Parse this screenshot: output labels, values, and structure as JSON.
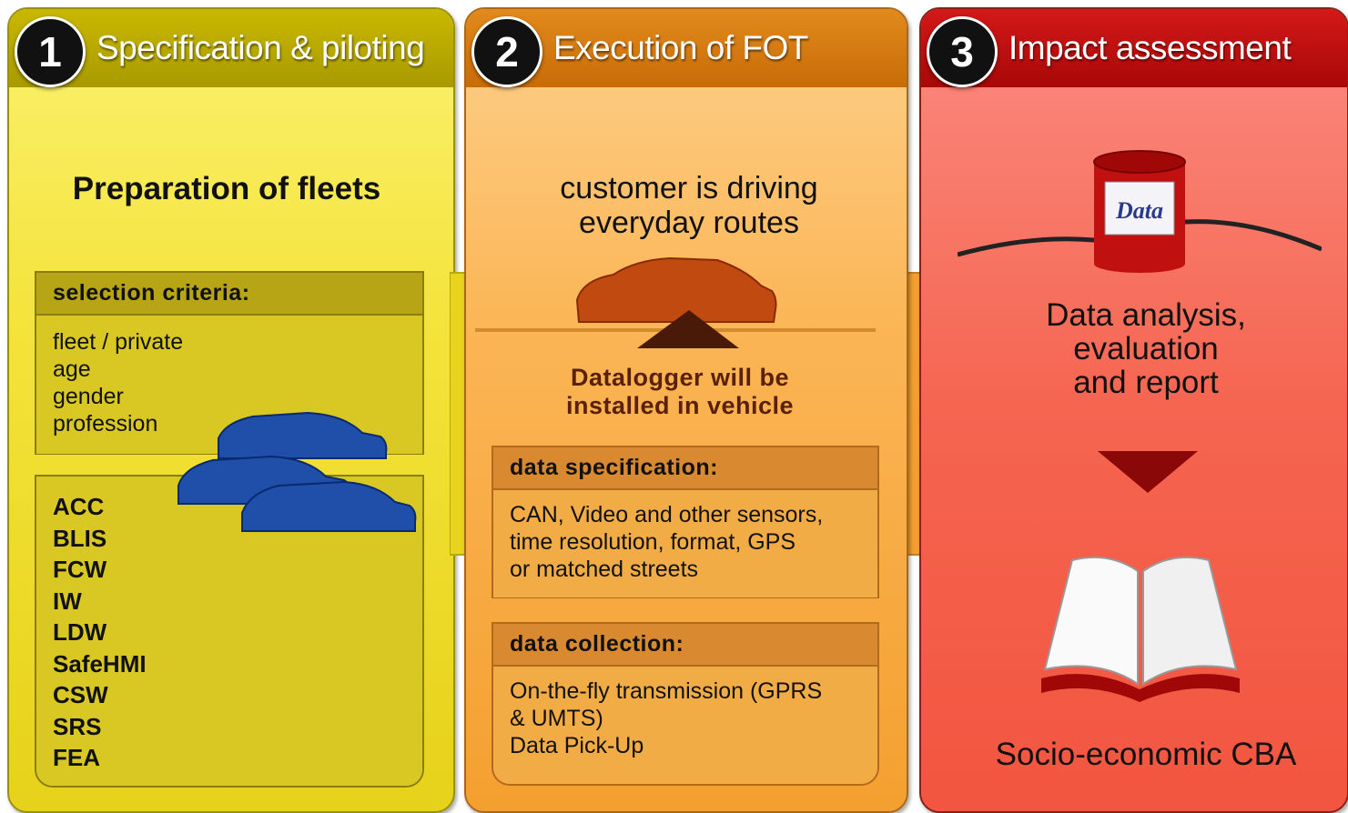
{
  "panels": [
    {
      "number": "1",
      "title": "Specification & piloting",
      "heading": "Preparation of fleets",
      "criteria_title": "selection criteria:",
      "criteria": [
        "fleet / private",
        "age",
        "gender",
        "profession"
      ],
      "functions": [
        "ACC",
        "BLIS",
        "FCW",
        "IW",
        "LDW",
        "SafeHMI",
        "CSW",
        "SRS",
        "FEA"
      ]
    },
    {
      "number": "2",
      "title": "Execution of FOT",
      "heading_lines": [
        "customer is driving",
        "everyday routes"
      ],
      "datalogger_lines": [
        "Datalogger will be",
        "installed in vehicle"
      ],
      "spec_title": "data specification:",
      "spec_lines": [
        "CAN, Video and other sensors,",
        "time resolution, format, GPS",
        "or matched streets"
      ],
      "collection_title": "data collection:",
      "collection_lines": [
        "On-the-fly transmission (GPRS",
        "& UMTS)",
        "Data Pick-Up"
      ]
    },
    {
      "number": "3",
      "title": "Impact assessment",
      "data_label": "Data",
      "analysis_lines": [
        "Data analysis,",
        "evaluation",
        "and report"
      ],
      "result": "Socio-economic CBA"
    }
  ],
  "colors": {
    "yellow": "#f4e33a",
    "orange": "#fbb555",
    "red": "#f56550"
  },
  "icons": [
    "cars-icon",
    "car-icon",
    "platform-arrow-icon",
    "data-drum-icon",
    "down-arrow-icon",
    "book-icon"
  ]
}
